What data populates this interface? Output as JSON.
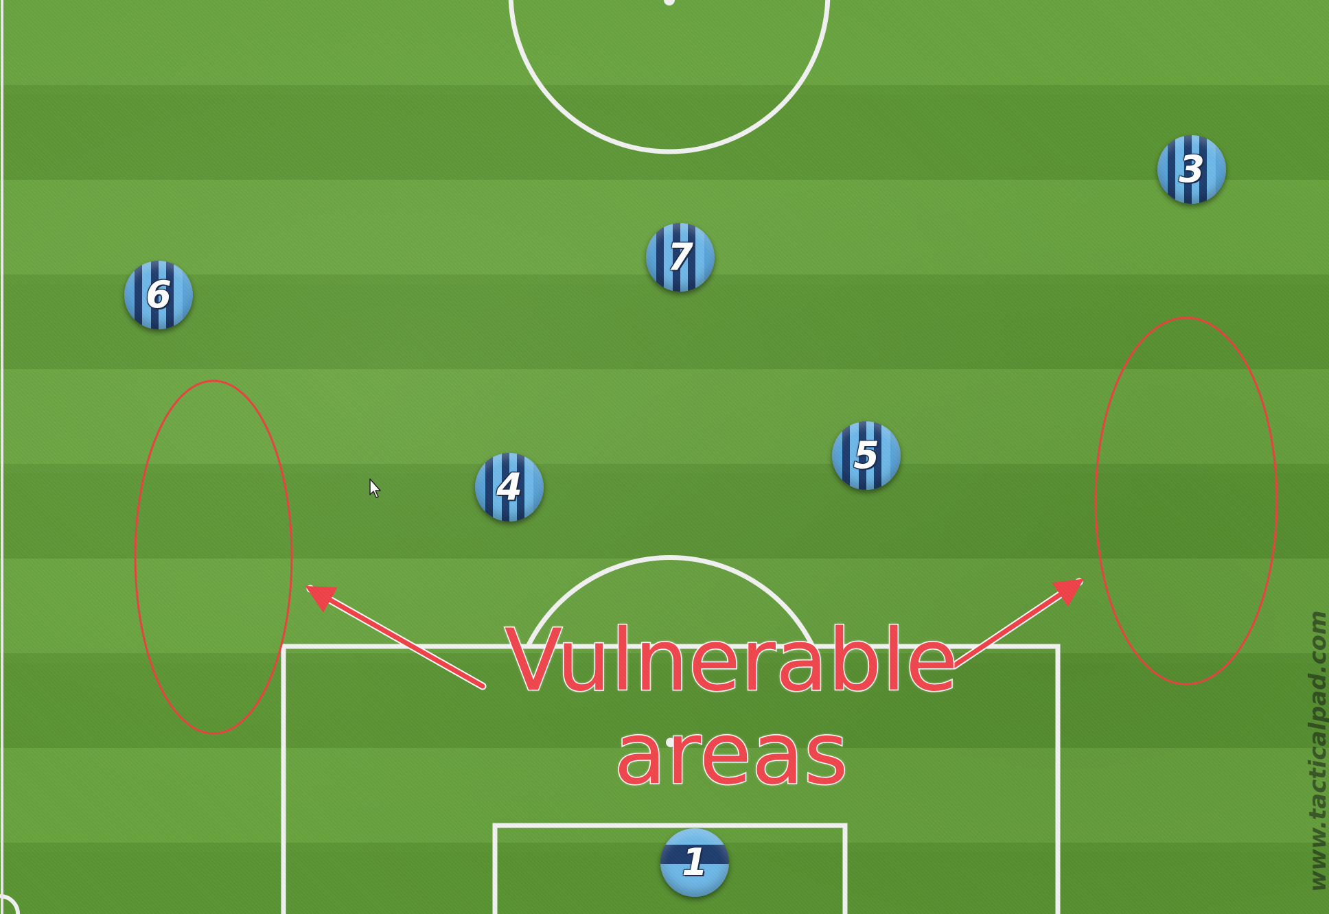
{
  "annotation": {
    "line1": "Vulnerable",
    "line2": "areas"
  },
  "watermark": "www.tacticalpad.com",
  "players": [
    {
      "id": "p6",
      "number": "6"
    },
    {
      "id": "p7",
      "number": "7"
    },
    {
      "id": "p3",
      "number": "3"
    },
    {
      "id": "p4",
      "number": "4"
    },
    {
      "id": "p5",
      "number": "5"
    },
    {
      "id": "p1",
      "number": "1"
    }
  ],
  "colors": {
    "annotation": "#f0464e",
    "pitch_light": "#68a33e",
    "pitch_dark": "#5a9432",
    "lines": "#ffffff",
    "kit_dark": "#1f3d6e",
    "kit_light": "#6fb8e8"
  },
  "icons": [
    "arrow-cursor-icon"
  ]
}
